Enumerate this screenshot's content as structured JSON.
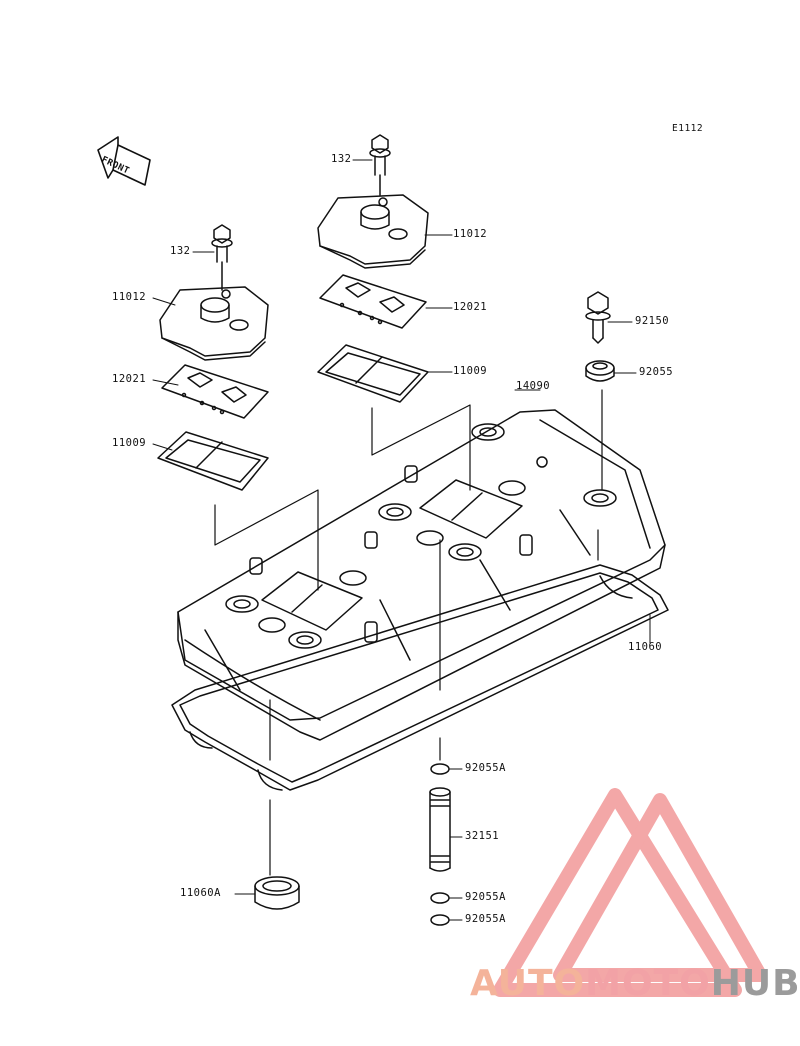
{
  "diagram": {
    "code": "E1112",
    "front_label": "FRONT",
    "labels": {
      "bolt_left": "132",
      "bolt_right": "132",
      "cover_left": "11012",
      "cover_right": "11012",
      "plate_left": "12021",
      "plate_right": "12021",
      "gasket_left": "11009",
      "gasket_right": "11009",
      "head_cover": "14090",
      "bolt_92150": "92150",
      "washer_92055": "92055",
      "cover_gasket": "11060",
      "seal_11060a": "11060A",
      "oring_top": "92055A",
      "pipe": "32151",
      "oring_mid": "92055A",
      "oring_bottom": "92055A"
    }
  },
  "watermark": {
    "part1": "AUTO",
    "part2": "MOTO",
    "part3": "HUB",
    "colors": {
      "auto": "#f4b39a",
      "moto": "#f2a2a6",
      "hub": "#9b9b9b",
      "triangle": "#f08a8a"
    }
  }
}
